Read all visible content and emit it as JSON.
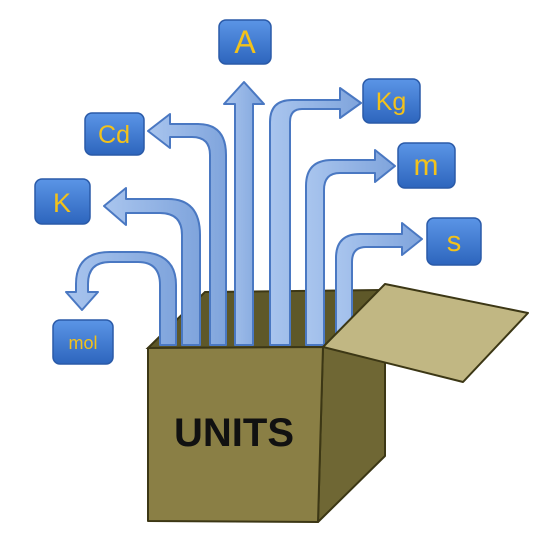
{
  "box_label": "UNITS",
  "units": [
    {
      "id": "A",
      "label": "A"
    },
    {
      "id": "kg",
      "label": "Kg"
    },
    {
      "id": "cd",
      "label": "Cd"
    },
    {
      "id": "m",
      "label": "m"
    },
    {
      "id": "k",
      "label": "K"
    },
    {
      "id": "s",
      "label": "s"
    },
    {
      "id": "mol",
      "label": "mol"
    }
  ],
  "colors": {
    "arrow_fill": "#92b4e6",
    "arrow_stroke": "#4a78c2",
    "badge_fill": "#3a7ad6",
    "badge_text": "#f3c21a",
    "box_front": "#8a7f45",
    "box_right": "#6f6734",
    "box_top": "#b7ad73",
    "box_lid": "#c1b783",
    "box_outline": "#3c3715",
    "box_label": "#111111"
  }
}
